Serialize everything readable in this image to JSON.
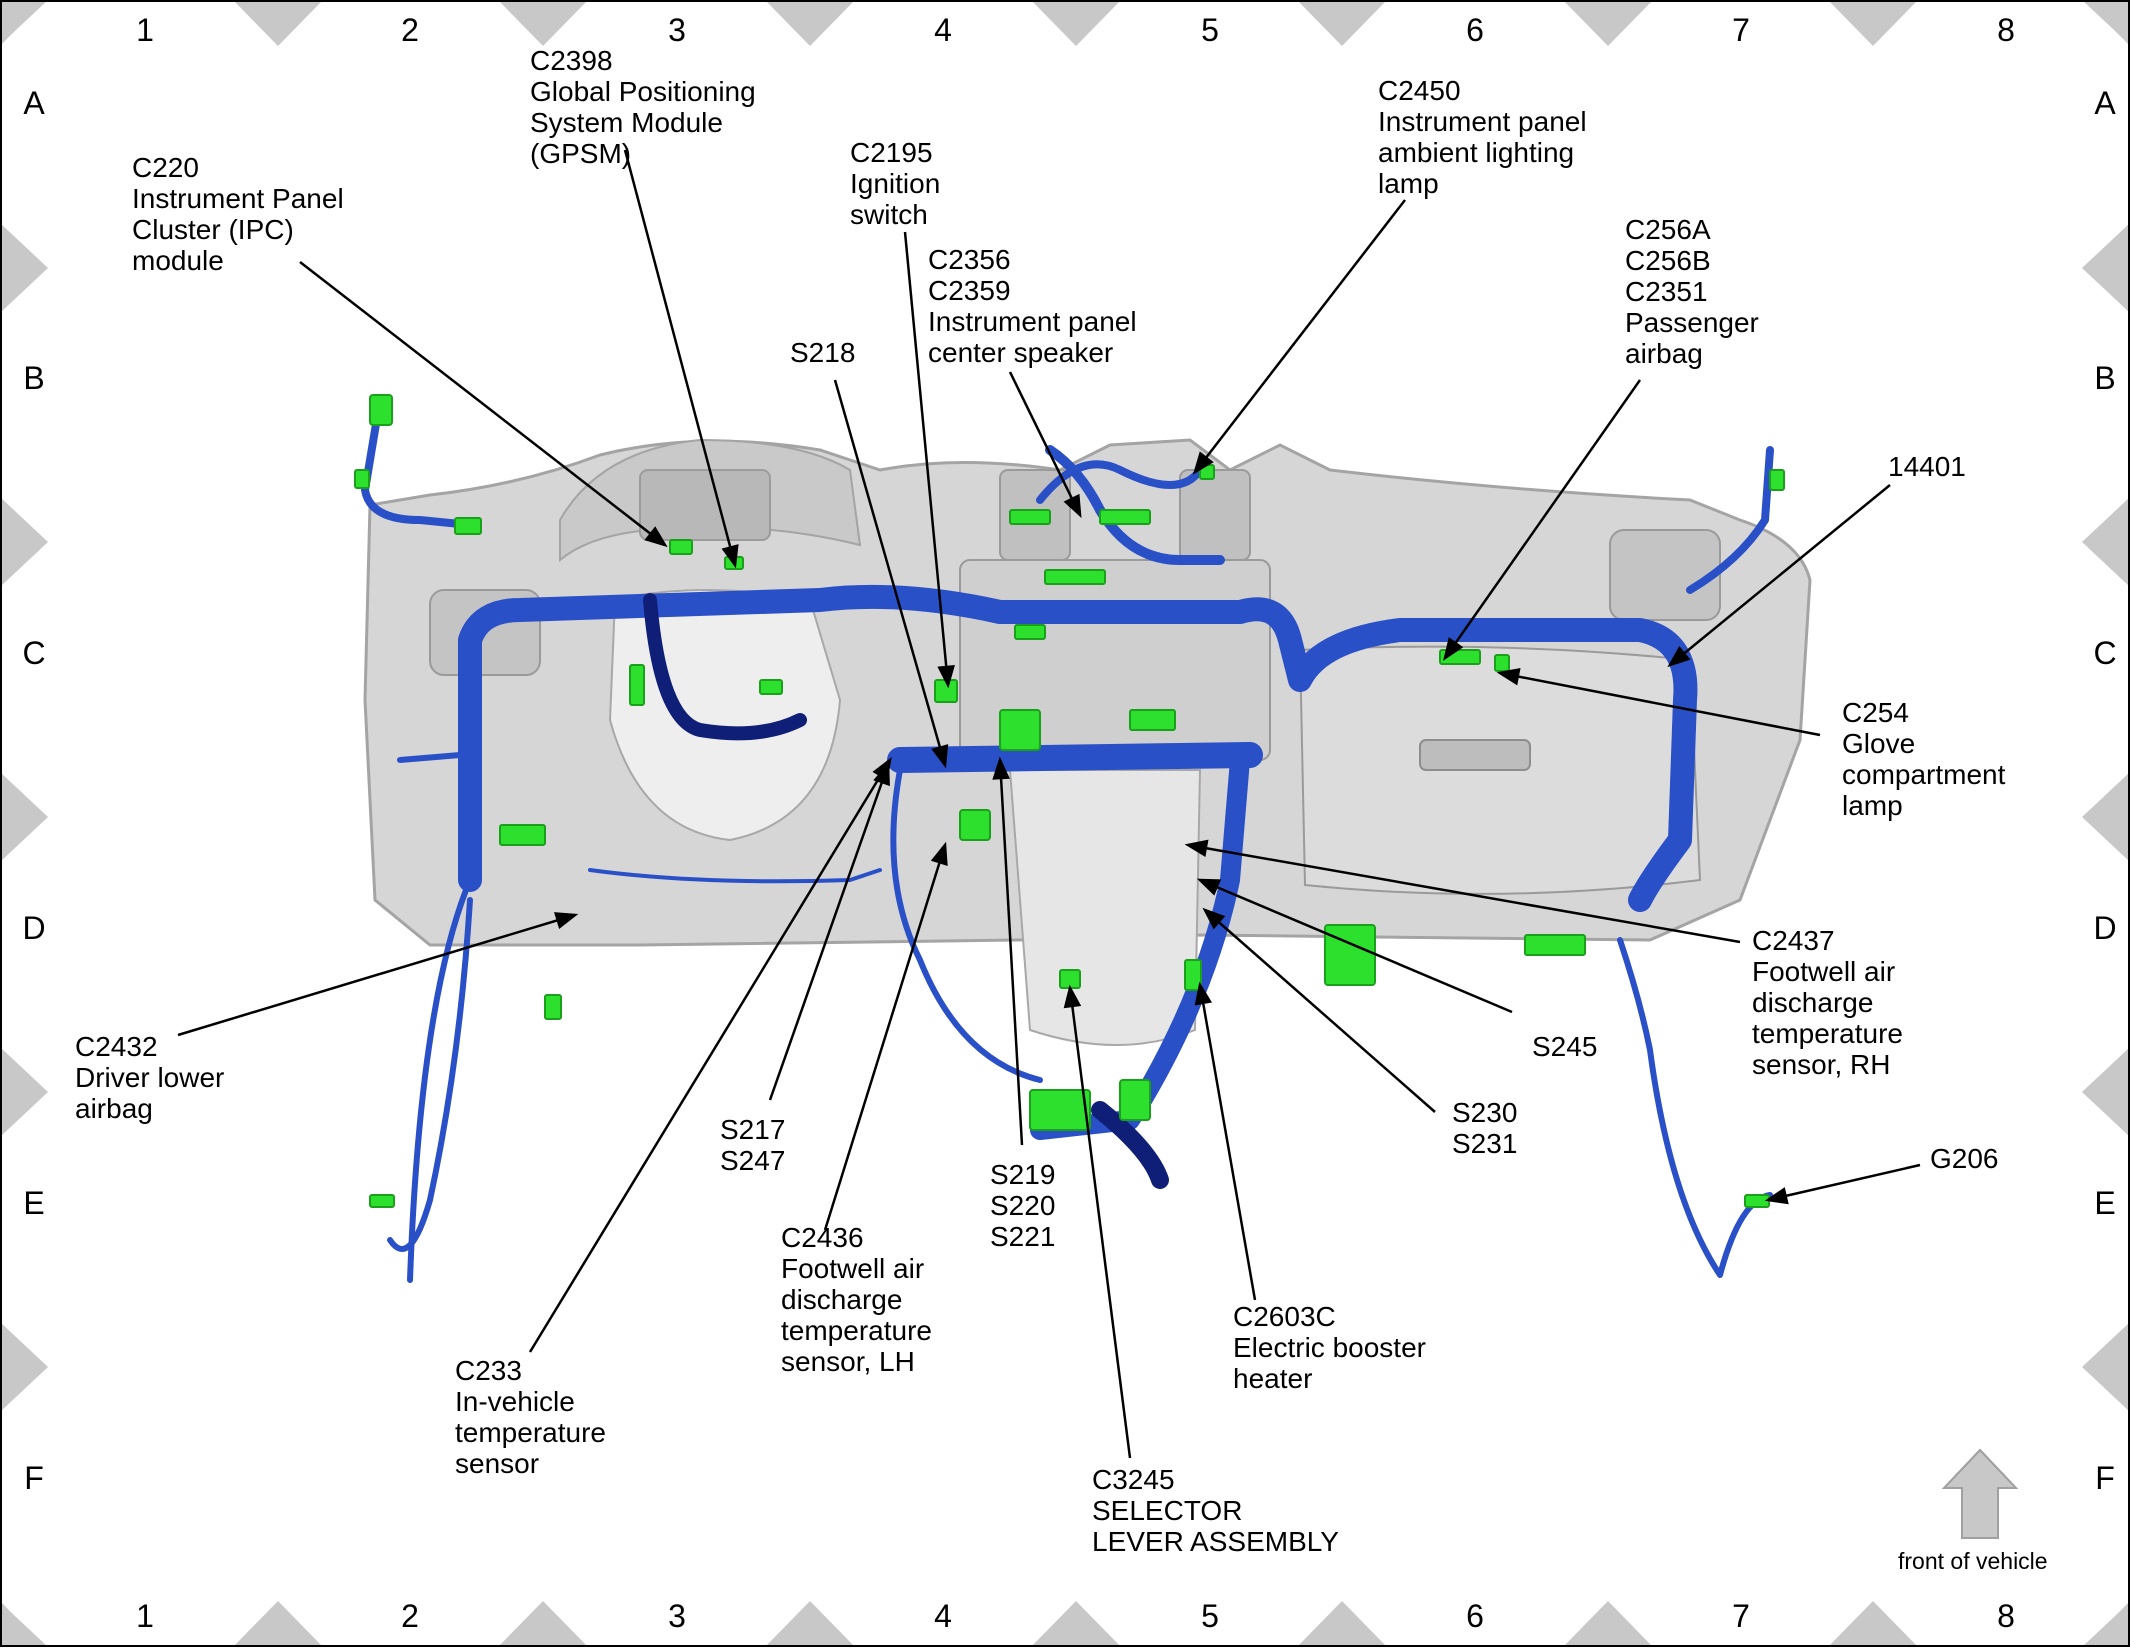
{
  "grid": {
    "columns": [
      "1",
      "2",
      "3",
      "4",
      "5",
      "6",
      "7",
      "8"
    ],
    "rows": [
      "A",
      "B",
      "C",
      "D",
      "E",
      "F"
    ]
  },
  "orientation_note": "front of vehicle",
  "callouts": [
    {
      "id": "c2398",
      "lines": [
        "C2398",
        "Global Positioning",
        "System Module",
        "(GPSM)"
      ]
    },
    {
      "id": "c220",
      "lines": [
        "C220",
        "Instrument Panel",
        "Cluster (IPC)",
        "module"
      ]
    },
    {
      "id": "c2195",
      "lines": [
        "C2195",
        "Ignition",
        "switch"
      ]
    },
    {
      "id": "c2356",
      "lines": [
        "C2356",
        "C2359",
        "Instrument panel",
        "center speaker"
      ]
    },
    {
      "id": "s218",
      "lines": [
        "S218"
      ]
    },
    {
      "id": "c2450",
      "lines": [
        "C2450",
        "Instrument panel",
        "ambient lighting",
        "lamp"
      ]
    },
    {
      "id": "c256",
      "lines": [
        "C256A",
        "C256B",
        "C2351",
        "Passenger",
        "airbag"
      ]
    },
    {
      "id": "n14401",
      "lines": [
        "14401"
      ]
    },
    {
      "id": "c254",
      "lines": [
        "C254",
        "Glove",
        "compartment",
        "lamp"
      ]
    },
    {
      "id": "c2437",
      "lines": [
        "C2437",
        "Footwell air",
        "discharge",
        "temperature",
        "sensor, RH"
      ]
    },
    {
      "id": "s245",
      "lines": [
        "S245"
      ]
    },
    {
      "id": "s230",
      "lines": [
        "S230",
        "S231"
      ]
    },
    {
      "id": "g206",
      "lines": [
        "G206"
      ]
    },
    {
      "id": "c2432",
      "lines": [
        "C2432",
        "Driver lower",
        "airbag"
      ]
    },
    {
      "id": "s217",
      "lines": [
        "S217",
        "S247"
      ]
    },
    {
      "id": "c2436",
      "lines": [
        "C2436",
        "Footwell air",
        "discharge",
        "temperature",
        "sensor, LH"
      ]
    },
    {
      "id": "s219",
      "lines": [
        "S219",
        "S220",
        "S221"
      ]
    },
    {
      "id": "c2603c",
      "lines": [
        "C2603C",
        "Electric booster",
        "heater"
      ]
    },
    {
      "id": "c233",
      "lines": [
        "C233",
        "In-vehicle",
        "temperature",
        "sensor"
      ]
    },
    {
      "id": "c3245",
      "lines": [
        "C3245",
        "SELECTOR",
        "LEVER ASSEMBLY"
      ]
    }
  ],
  "colors": {
    "harness": "#2a50c8",
    "harness_dark": "#0f1f78",
    "connector": "#2ee02e",
    "dash": "#d4d4d4",
    "dash_edge": "#9a9a9a",
    "border_triangle": "#c8c8c8",
    "leader": "#000000"
  }
}
